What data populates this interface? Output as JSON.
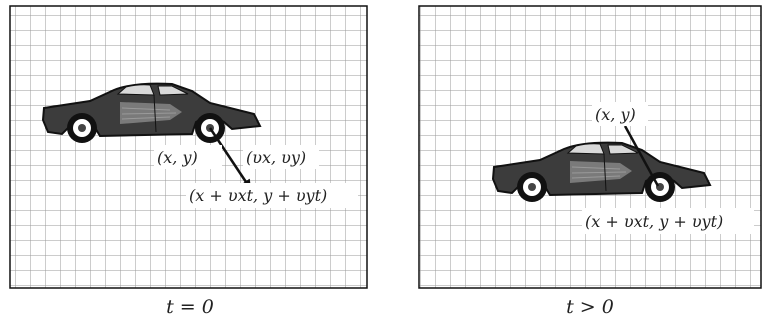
{
  "colors": {
    "grid": "#9a9a9a",
    "frame": "#111111",
    "car_body": "#3c3c3c",
    "car_dark": "#111111",
    "text": "#222222"
  },
  "left_panel": {
    "caption": "t = 0",
    "labels": {
      "position": "(x, y)",
      "velocity": "(υx, υy)",
      "future": "(x + υxt, y + υyt)"
    }
  },
  "right_panel": {
    "caption": "t > 0",
    "labels": {
      "position": "(x, y)",
      "future": "(x + υxt, y + υyt)"
    }
  }
}
